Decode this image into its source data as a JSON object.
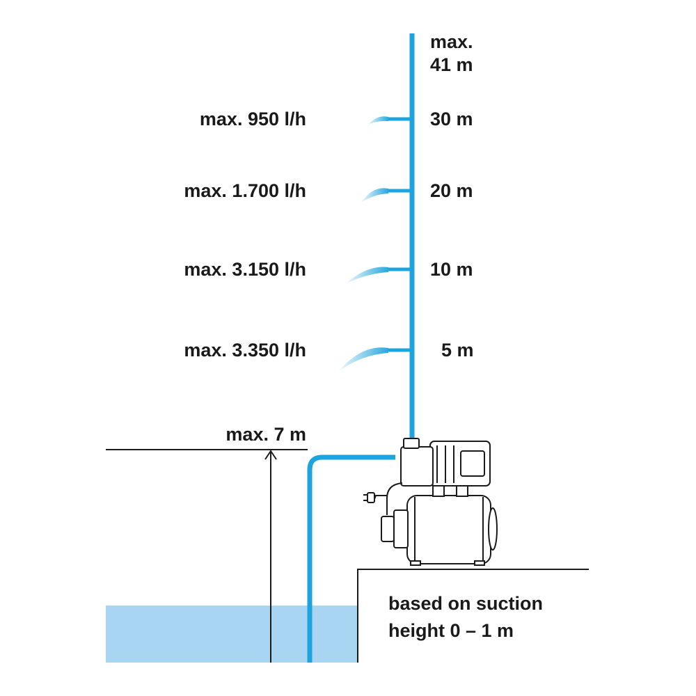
{
  "colors": {
    "pipe": "#1ea3dc",
    "water": "#a8d6f2",
    "text": "#1a1a1a",
    "line": "#1a1a1a"
  },
  "top_head": {
    "line1": "max.",
    "line2": "41 m"
  },
  "outlets": [
    {
      "flow": "max. 950 l/h",
      "head": "30 m"
    },
    {
      "flow": "max. 1.700 l/h",
      "head": "20 m"
    },
    {
      "flow": "max. 3.150 l/h",
      "head": "10 m"
    },
    {
      "flow": "max. 3.350 l/h",
      "head": "5 m"
    }
  ],
  "suction": {
    "label": "max. 7 m"
  },
  "note": {
    "line1": "based on suction",
    "line2": "height 0 – 1 m"
  }
}
